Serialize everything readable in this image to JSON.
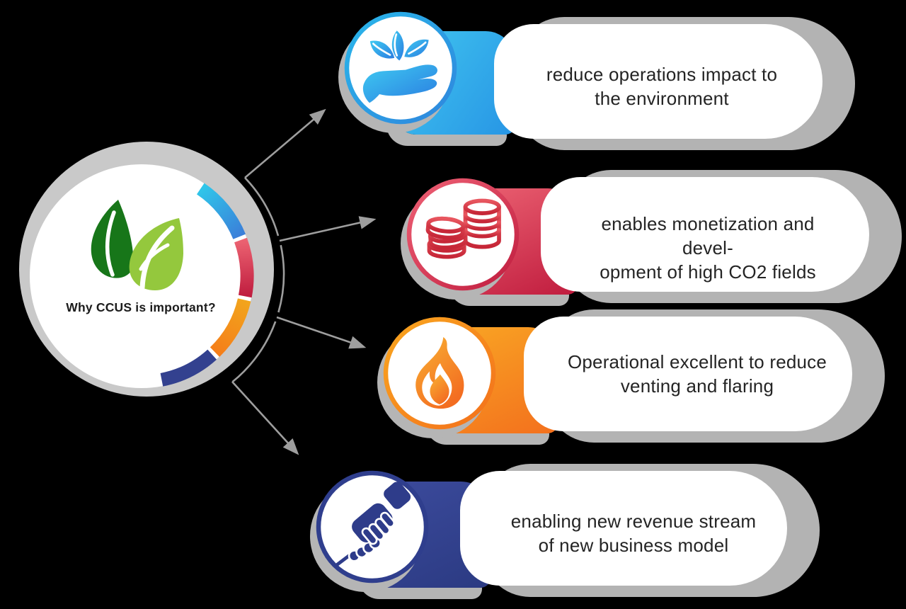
{
  "title": "Why CCUS is important?",
  "center": {
    "logo": "leaf-logo",
    "ring_segment_colors": [
      "#2fc7ea",
      "#c01d3f",
      "#f4911c",
      "#33418f"
    ]
  },
  "cards": [
    {
      "label": "reduce operations impact to\nthe environment",
      "icon": "hand-plant-icon",
      "accent": "#2bb3e8"
    },
    {
      "label": "enables monetization and devel-\nopment of high CO2 fields",
      "icon": "coins-icon",
      "accent": "#c41f41"
    },
    {
      "label": "Operational excellent to reduce\nventing and flaring",
      "icon": "flame-icon",
      "accent": "#f58a1f"
    },
    {
      "label": "enabling new revenue stream\nof new business model",
      "icon": "handshake-icon",
      "accent": "#2e3c8a"
    }
  ],
  "colors": {
    "shadow_gray": "#b3b3b3",
    "connector_gray": "#9e9e9e",
    "leaf_dark_green": "#177619",
    "leaf_light_green": "#94c83d",
    "text_dark": "#242424"
  }
}
